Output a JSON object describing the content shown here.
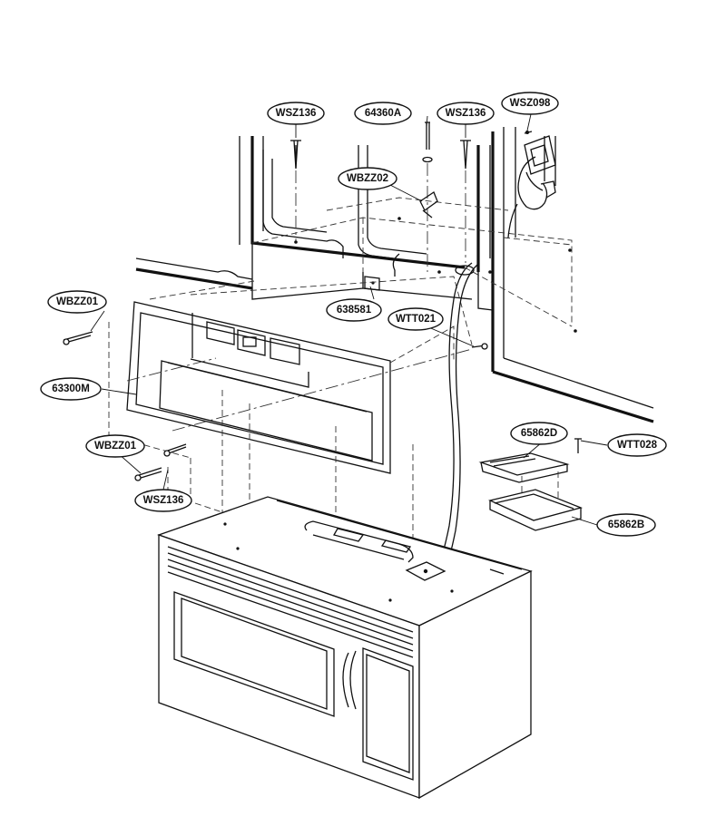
{
  "parts": [
    {
      "id": "wsz136_top_left",
      "label": "WSZ136"
    },
    {
      "id": "64360a",
      "label": "64360A"
    },
    {
      "id": "wsz136_top_right",
      "label": "WSZ136"
    },
    {
      "id": "wsz098",
      "label": "WSZ098"
    },
    {
      "id": "wbzz02",
      "label": "WBZZ02"
    },
    {
      "id": "wbzz01_upper",
      "label": "WBZZ01"
    },
    {
      "id": "638581",
      "label": "638581"
    },
    {
      "id": "wtt021",
      "label": "WTT021"
    },
    {
      "id": "63300m",
      "label": "63300M"
    },
    {
      "id": "65862d",
      "label": "65862D"
    },
    {
      "id": "wtt028",
      "label": "WTT028"
    },
    {
      "id": "wbzz01_lower",
      "label": "WBZZ01"
    },
    {
      "id": "wsz136_lower",
      "label": "WSZ136"
    },
    {
      "id": "65862b",
      "label": "65862B"
    }
  ]
}
